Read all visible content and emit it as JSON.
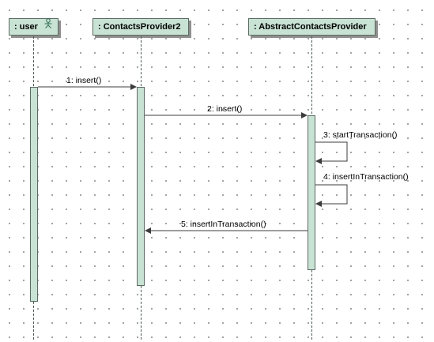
{
  "diagram": {
    "type": "sequence",
    "participants": [
      {
        "id": "user",
        "label": ": user",
        "kind": "actor",
        "icon": "actor-stick-figure-icon"
      },
      {
        "id": "cp2",
        "label": ": ContactsProvider2",
        "kind": "object"
      },
      {
        "id": "acp",
        "label": ": AbstractContactsProvider",
        "kind": "object"
      }
    ],
    "messages": [
      {
        "num": "1",
        "label": "1:  insert()",
        "from": "user",
        "to": "cp2",
        "style": "sync"
      },
      {
        "num": "2",
        "label": "2:  insert()",
        "from": "cp2",
        "to": "acp",
        "style": "sync"
      },
      {
        "num": "3",
        "label": "3:  startTransaction()",
        "from": "acp",
        "to": "acp",
        "style": "self"
      },
      {
        "num": "4",
        "label": "4:  insertInTransaction()",
        "from": "acp",
        "to": "acp",
        "style": "self"
      },
      {
        "num": "5",
        "label": "5:  insertInTransaction()",
        "from": "acp",
        "to": "cp2",
        "style": "sync"
      }
    ],
    "colors": {
      "box_fill": "#c8e2d4",
      "box_border": "#5b6b62",
      "line": "#4a5a50",
      "arrow": "#3c3c3c",
      "grid_dot": "#8c8c8c"
    }
  }
}
